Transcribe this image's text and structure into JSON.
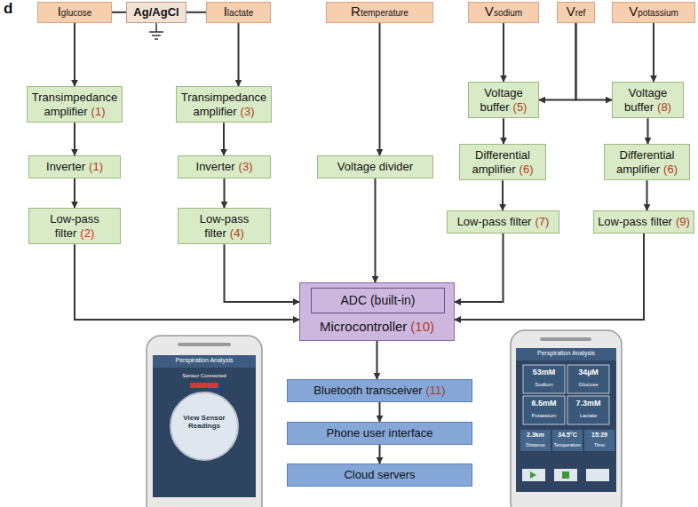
{
  "diagram": {
    "nodes": [
      {
        "text": [
          "Iglucose"
        ]
      },
      {
        "text": [
          "Ag/AgCl"
        ]
      },
      {
        "text": [
          "Ilactate"
        ]
      },
      {
        "text": [
          "Rtemperature"
        ]
      },
      {
        "text": [
          "Vsodium"
        ]
      },
      {
        "text": [
          "Vref"
        ]
      },
      {
        "text": [
          "Vpotassium"
        ]
      },
      {
        "text": [
          "Transimpedance amplifier",
          "(1)"
        ]
      },
      {
        "text": [
          "Transimpedance amplifier",
          "(3)"
        ]
      },
      {
        "text": [
          "Voltage buffer",
          "(5)"
        ]
      },
      {
        "text": [
          "Voltage buffer",
          "(8)"
        ]
      },
      {
        "text": [
          "Inverter",
          "(1)"
        ]
      },
      {
        "text": [
          "Inverter",
          "(3)"
        ]
      },
      {
        "text": [
          "Voltage divider"
        ]
      },
      {
        "text": [
          "Differential amplifier",
          "(6)"
        ]
      },
      {
        "text": [
          "Differential amplifier",
          "(6)"
        ]
      },
      {
        "text": [
          "Low-pass filter",
          "(2)"
        ]
      },
      {
        "text": [
          "Low-pass filter",
          "(4)"
        ]
      },
      {
        "text": [
          "Low-pass filter",
          "(7)"
        ]
      },
      {
        "text": [
          "Low-pass filter",
          "(9)"
        ]
      },
      {
        "text": [
          "Microcontroller",
          "(10)"
        ]
      },
      {
        "text": [
          "ADC (built-in)"
        ],
        "in": 20
      },
      {
        "text": [
          "Bluetooth transceiver",
          "(11)"
        ]
      },
      {
        "text": [
          "Phone user interface"
        ]
      },
      {
        "text": [
          "Cloud servers"
        ]
      }
    ],
    "edges": [
      {
        "from": 0,
        "to": 7,
        "arrow": "to"
      },
      {
        "from": 2,
        "to": 8,
        "arrow": "to"
      },
      {
        "from": 1,
        "to": 0,
        "arrow": "none"
      },
      {
        "from": 1,
        "to": 2,
        "arrow": "none"
      },
      {
        "from": 7,
        "to": 11,
        "arrow": "to"
      },
      {
        "from": 8,
        "to": 12,
        "arrow": "to"
      },
      {
        "from": 11,
        "to": 16,
        "arrow": "to"
      },
      {
        "from": 12,
        "to": 17,
        "arrow": "to"
      },
      {
        "from": 3,
        "to": 13,
        "arrow": "to"
      },
      {
        "from": 4,
        "to": 9,
        "arrow": "to"
      },
      {
        "from": 5,
        "to": 9,
        "arrow": "to"
      },
      {
        "from": 5,
        "to": 10,
        "arrow": "to"
      },
      {
        "from": 6,
        "to": 10,
        "arrow": "to"
      },
      {
        "from": 9,
        "to": 14,
        "arrow": "to"
      },
      {
        "from": 10,
        "to": 15,
        "arrow": "to"
      },
      {
        "from": 14,
        "to": 18,
        "arrow": "to"
      },
      {
        "from": 15,
        "to": 19,
        "arrow": "to"
      },
      {
        "from": 13,
        "to": 20,
        "arrow": "to"
      },
      {
        "from": 16,
        "to": 20,
        "arrow": "to"
      },
      {
        "from": 17,
        "to": 20,
        "arrow": "to"
      },
      {
        "from": 18,
        "to": 20,
        "arrow": "to"
      },
      {
        "from": 19,
        "to": 20,
        "arrow": "to"
      },
      {
        "from": 20,
        "to": 22,
        "arrow": "to"
      },
      {
        "from": 22,
        "to": 23,
        "arrow": "to"
      },
      {
        "from": 23,
        "to": 24,
        "arrow": "to"
      }
    ],
    "labels": [
      "d",
      "Perspiration Analysis",
      "Sensor Connected",
      "View Sensor Readings",
      "Perspiration Analysis",
      "53mM",
      "Sodium",
      "34µM",
      "Glucose",
      "6.5mM",
      "Potassium",
      "7.3mM",
      "Lactate",
      "2.3km",
      "Distance",
      "34.5°C",
      "Temperature",
      "15:29",
      "Time"
    ]
  }
}
